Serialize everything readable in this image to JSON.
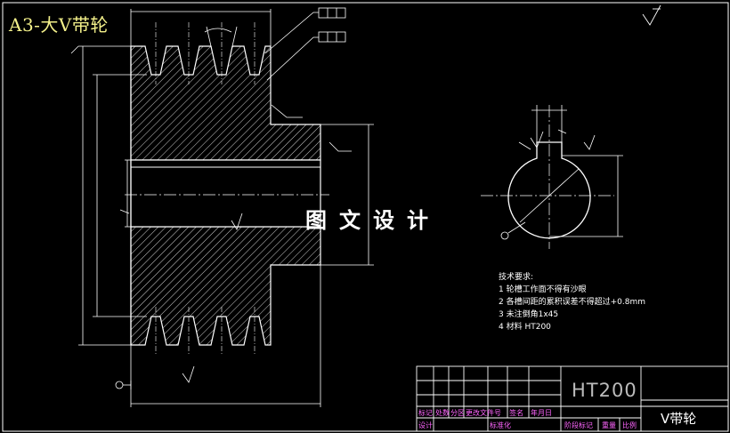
{
  "header": {
    "title": "A3-大V带轮",
    "watermark": "图文设计"
  },
  "technical_requirements": {
    "heading": "技术要求:",
    "items": [
      "1  轮槽工作面不得有沙眼",
      "2  各槽间距的累积误差不得超过+0.8mm",
      "3  未注倒角1x45",
      "4  材料   HT200"
    ]
  },
  "title_block": {
    "material": "HT200",
    "part_name": "V带轮",
    "header_labels": [
      "标记",
      "处数",
      "分区",
      "更改文件号",
      "签名",
      "年月日"
    ],
    "row_labels": [
      "设计",
      "标准化"
    ],
    "right_labels": [
      "阶段标记",
      "重量",
      "比例"
    ]
  },
  "colors": {
    "outline": "#ffffff",
    "hatch": "#e8e8e8",
    "dimension": "#ffffff",
    "title": "#f3f08a",
    "titleblock_text": "#ff66ff",
    "background": "#000000"
  }
}
